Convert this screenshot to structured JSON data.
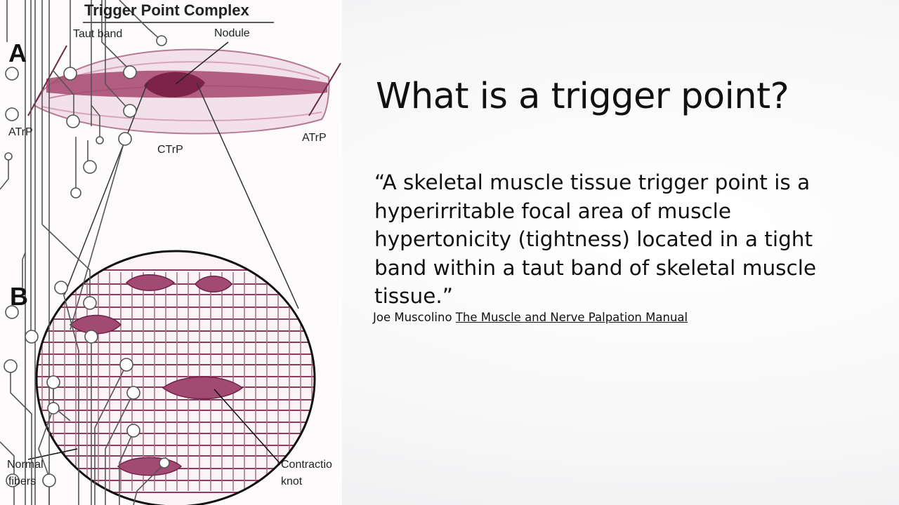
{
  "slide": {
    "title": "What is a trigger point?",
    "quote": "“A skeletal muscle tissue trigger point is a hyperirritable focal area of muscle hypertonicity (tightness) located in a tight band within a taut band of skeletal muscle tissue.”",
    "citation_author": "Joe Muscolino",
    "citation_book": "The Muscle and Nerve Palpation Manual"
  },
  "figure": {
    "title": "Trigger Point Complex",
    "panel_a": "A",
    "panel_b": "B",
    "taut_band": "Taut band",
    "nodule": "Nodule",
    "atrp_left": "ATrP",
    "atrp_right": "ATrP",
    "ctrp": "CTrP",
    "normal_fibers_1": "Normal",
    "normal_fibers_2": "fibers",
    "contraction_knot_1": "Contractio",
    "contraction_knot_2": "knot"
  },
  "colors": {
    "muscle_pink": "#d9a6bc",
    "muscle_dark": "#8a2f52",
    "circuit_gray": "#555555"
  }
}
